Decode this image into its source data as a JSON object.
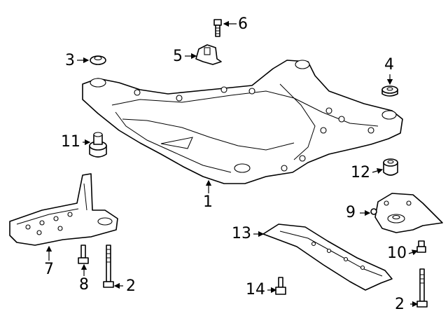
{
  "diagram": {
    "callouts": [
      {
        "id": "c1",
        "label": "1"
      },
      {
        "id": "c2a",
        "label": "2"
      },
      {
        "id": "c2b",
        "label": "2"
      },
      {
        "id": "c3",
        "label": "3"
      },
      {
        "id": "c4",
        "label": "4"
      },
      {
        "id": "c5",
        "label": "5"
      },
      {
        "id": "c6",
        "label": "6"
      },
      {
        "id": "c7",
        "label": "7"
      },
      {
        "id": "c8",
        "label": "8"
      },
      {
        "id": "c9",
        "label": "9"
      },
      {
        "id": "c10",
        "label": "10"
      },
      {
        "id": "c11",
        "label": "11"
      },
      {
        "id": "c12",
        "label": "12"
      },
      {
        "id": "c13",
        "label": "13"
      },
      {
        "id": "c14",
        "label": "14"
      }
    ]
  }
}
